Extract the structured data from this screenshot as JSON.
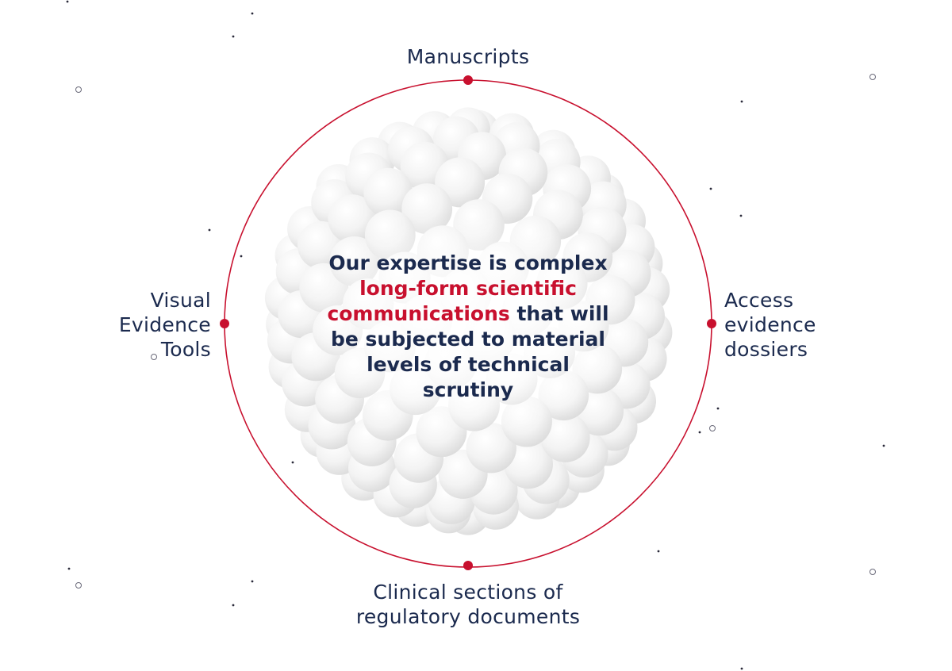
{
  "colors": {
    "accent": "#c8102e",
    "text": "#1b2a4e",
    "sphere": "#efefef",
    "background": "#ffffff"
  },
  "center": {
    "line1": "Our expertise is complex",
    "highlight_a": "long-form scientific",
    "highlight_b": "communications",
    "line3_rest": " that will",
    "line4": "be subjected to material",
    "line5": "levels of technical",
    "line6": "scrutiny"
  },
  "labels": {
    "top": [
      "Manuscripts"
    ],
    "left": [
      "Visual",
      "Evidence",
      "Tools"
    ],
    "right": [
      "Access",
      "evidence",
      "dossiers"
    ],
    "bottom": [
      "Clinical sections of",
      "regulatory documents"
    ]
  }
}
